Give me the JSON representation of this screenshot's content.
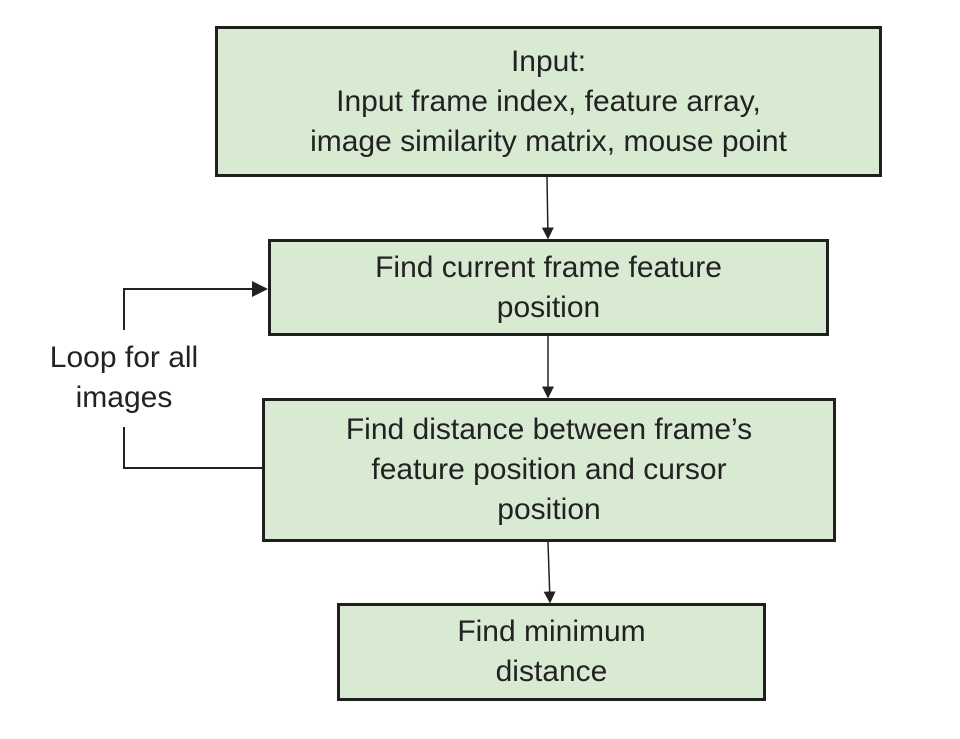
{
  "diagram": {
    "nodes": [
      {
        "id": "input",
        "lines": [
          "Input:",
          "Input frame index, feature array,",
          "image similarity matrix, mouse point"
        ]
      },
      {
        "id": "find-position",
        "lines": [
          "Find current frame feature",
          "position"
        ]
      },
      {
        "id": "find-distance",
        "lines": [
          "Find distance between frame’s",
          "feature position and cursor",
          "position"
        ]
      },
      {
        "id": "find-minimum",
        "lines": [
          "Find minimum",
          "distance"
        ]
      }
    ],
    "loop_label": [
      "Loop for all",
      "images"
    ],
    "colors": {
      "box_fill": "#d9ead3",
      "border": "#1f1f1f"
    }
  }
}
